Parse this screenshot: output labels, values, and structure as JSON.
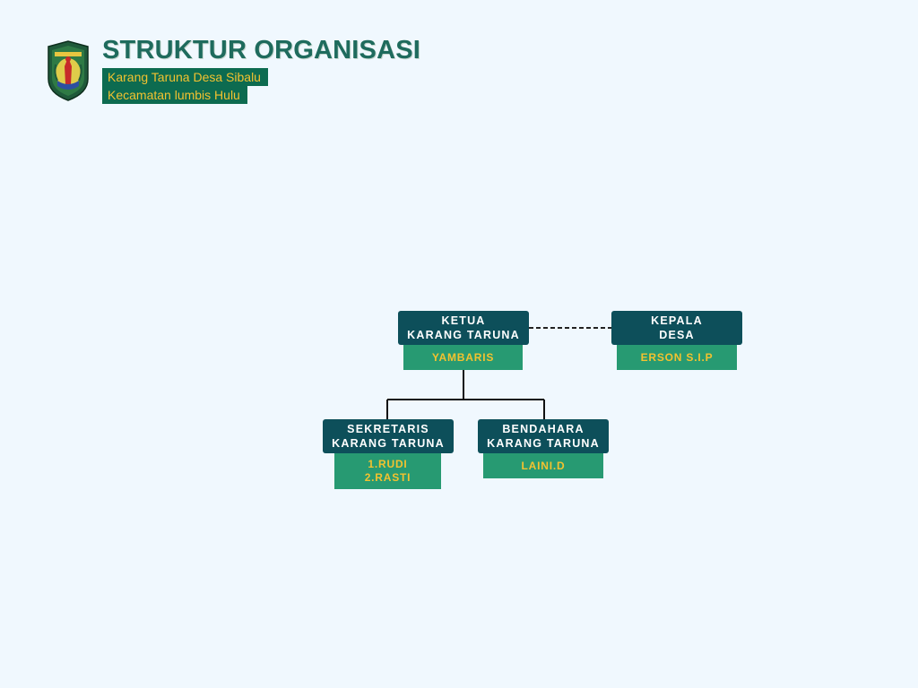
{
  "header": {
    "title": "STRUKTUR ORGANISASI",
    "subtitle_line1": "Karang Taruna Desa Sibalu",
    "subtitle_line2": "Kecamatan lumbis Hulu"
  },
  "colors": {
    "background": "#f0f8fe",
    "title": "#1e6b5d",
    "role_box": "#0d4f5a",
    "name_box": "#279a72",
    "name_text": "#f4c22f"
  },
  "nodes": {
    "ketua": {
      "role_line1": "KETUA",
      "role_line2": "KARANG TARUNA",
      "name": "YAMBARIS"
    },
    "kepala": {
      "role_line1": "KEPALA",
      "role_line2": "DESA",
      "name": "ERSON S.I.P"
    },
    "sekretaris": {
      "role_line1": "SEKRETARIS",
      "role_line2": "KARANG TARUNA",
      "name_line1": "1.RUDI",
      "name_line2": "2.RASTI"
    },
    "bendahara": {
      "role_line1": "BENDAHARA",
      "role_line2": "KARANG TARUNA",
      "name": "LAINI.D"
    }
  },
  "icons": {
    "logo": "regional-emblem-icon"
  }
}
